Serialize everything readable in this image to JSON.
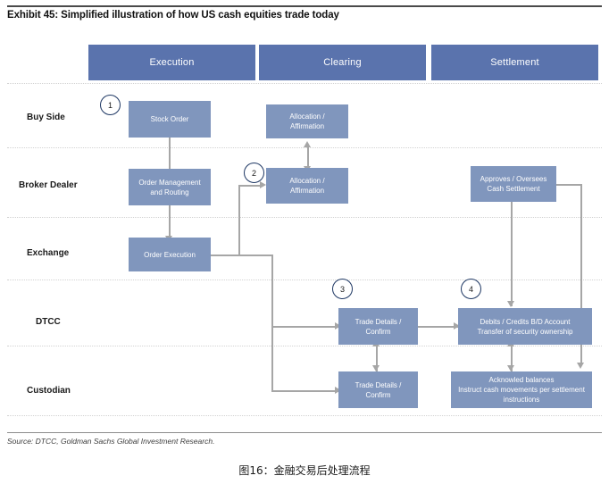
{
  "exhibit": {
    "title": "Exhibit 45: Simplified illustration of how US cash equities trade today",
    "source": "Source: DTCC, Goldman Sachs Global Investment Research.",
    "caption": "图16：金融交易后处理流程"
  },
  "colors": {
    "header_bar": "#5a73ad",
    "process_box": "#8096bd",
    "connector": "#a6a6a6",
    "circle_border": "#1f3864"
  },
  "columns": [
    {
      "label": "Execution"
    },
    {
      "label": "Clearing"
    },
    {
      "label": "Settlement"
    }
  ],
  "lanes": [
    {
      "label": "Buy Side"
    },
    {
      "label": "Broker Dealer"
    },
    {
      "label": "Exchange"
    },
    {
      "label": "DTCC"
    },
    {
      "label": "Custodian"
    }
  ],
  "steps": [
    {
      "number": "1"
    },
    {
      "number": "2"
    },
    {
      "number": "3"
    },
    {
      "number": "4"
    }
  ],
  "boxes": [
    {
      "id": "stock-order",
      "lane": "Buy Side",
      "column": "Execution",
      "line1": "Stock Order",
      "line2": "",
      "line3": ""
    },
    {
      "id": "alloc-buyside",
      "lane": "Buy Side",
      "column": "Clearing",
      "line1": "Allocation /",
      "line2": "Affirmation",
      "line3": ""
    },
    {
      "id": "order-mgmt",
      "lane": "Broker Dealer",
      "column": "Execution",
      "line1": "Order Management",
      "line2": "and Routing",
      "line3": ""
    },
    {
      "id": "alloc-broker",
      "lane": "Broker Dealer",
      "column": "Clearing",
      "line1": "Allocation /",
      "line2": "Affirmation",
      "line3": ""
    },
    {
      "id": "approves-oversees",
      "lane": "Broker Dealer",
      "column": "Settlement",
      "line1": "Approves / Oversees",
      "line2": "Cash Settlement",
      "line3": ""
    },
    {
      "id": "order-execution",
      "lane": "Exchange",
      "column": "Execution",
      "line1": "Order Execution",
      "line2": "",
      "line3": ""
    },
    {
      "id": "trade-details-dtcc",
      "lane": "DTCC",
      "column": "Clearing",
      "line1": "Trade Details /",
      "line2": "Confirm",
      "line3": ""
    },
    {
      "id": "debits-credits",
      "lane": "DTCC",
      "column": "Settlement",
      "line1": "Debits / Credits B/D Account",
      "line2": "Transfer of security ownership",
      "line3": ""
    },
    {
      "id": "trade-details-cust",
      "lane": "Custodian",
      "column": "Clearing",
      "line1": "Trade Details /",
      "line2": "Confirm",
      "line3": ""
    },
    {
      "id": "ack-balances",
      "lane": "Custodian",
      "column": "Settlement",
      "line1": "Acknowled balances",
      "line2": "Instruct  cash movements per settlement",
      "line3": "instructions"
    }
  ]
}
